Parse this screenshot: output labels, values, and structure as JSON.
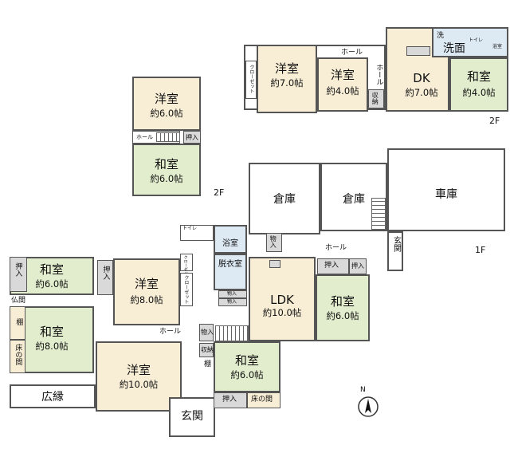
{
  "floor_labels": {
    "second_a": "2F",
    "second_b": "2F",
    "first": "1F"
  },
  "rooms": {
    "yoshitsu_7": {
      "name": "洋室",
      "size": "約7.0帖"
    },
    "yoshitsu_4": {
      "name": "洋室",
      "size": "約4.0帖"
    },
    "dk": {
      "name": "DK",
      "size": "約7.0帖"
    },
    "washitsu_4": {
      "name": "和室",
      "size": "約4.0帖"
    },
    "senmen": {
      "name": "洗面"
    },
    "yoshitsu_6_2f": {
      "name": "洋室",
      "size": "約6.0帖"
    },
    "washitsu_6_2f": {
      "name": "和室",
      "size": "約6.0帖"
    },
    "souko_1": {
      "name": "倉庫"
    },
    "souko_2": {
      "name": "倉庫"
    },
    "shako": {
      "name": "車庫"
    },
    "washitsu_6_a": {
      "name": "和室",
      "size": "約6.0帖"
    },
    "washitsu_8": {
      "name": "和室",
      "size": "約8.0帖"
    },
    "yoshitsu_8": {
      "name": "洋室",
      "size": "約8.0帖"
    },
    "yoshitsu_10": {
      "name": "洋室",
      "size": "約10.0帖"
    },
    "ldk": {
      "name": "LDK",
      "size": "約10.0帖"
    },
    "washitsu_6_b": {
      "name": "和室",
      "size": "約6.0帖"
    },
    "washitsu_6_c": {
      "name": "和室",
      "size": "約6.0帖"
    },
    "yokushitsu": {
      "name": "浴室"
    },
    "datsuishitsu": {
      "name": "脱衣室"
    },
    "hiroen": {
      "name": "広縁"
    },
    "genkan_1": {
      "name": "玄関"
    },
    "genkan_2": {
      "name": "玄関"
    }
  },
  "small_labels": {
    "hall": "ホール",
    "oshiire": "押入",
    "shuno": "収納",
    "monoire": "物入",
    "toilet": "トイレ",
    "closet": "クローゼット",
    "butsuma": "仏間",
    "tana": "棚",
    "tokonoma": "床の間",
    "sen": "洗",
    "yokushitsu_small": "浴室"
  },
  "compass": "N",
  "colors": {
    "yoshitsu": "#f8eed6",
    "washitsu": "#e2edcd",
    "storage": "#d9d9d9",
    "wet": "#dde9f3",
    "wall": "#555555"
  }
}
